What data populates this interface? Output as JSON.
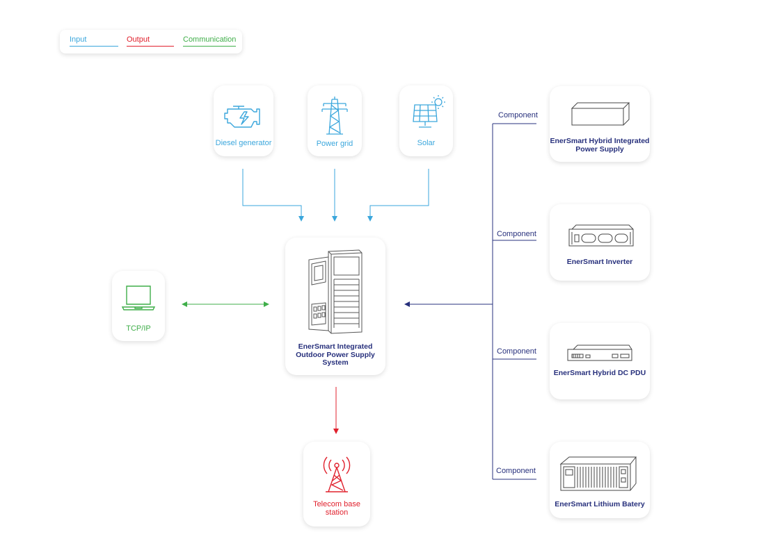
{
  "legend": {
    "input": "Input",
    "output": "Output",
    "communication": "Communication",
    "colors": {
      "input": "#3aa6dc",
      "output": "#e0202c",
      "communication": "#3fae49"
    }
  },
  "inputs": [
    {
      "label": "Diesel generator",
      "icon": "engine-icon"
    },
    {
      "label": "Power grid",
      "icon": "power-tower-icon"
    },
    {
      "label": "Solar",
      "icon": "solar-panel-icon"
    }
  ],
  "center": {
    "title": "EnerSmart Integrated Outdoor Power Supply System",
    "icon": "cabinet-icon"
  },
  "comm": {
    "label": "TCP/IP",
    "icon": "laptop-icon"
  },
  "output": {
    "label": "Telecom base station",
    "icon": "antenna-tower-icon"
  },
  "components": [
    {
      "link_label": "Component",
      "label": "EnerSmart Hybrid Integrated Power Supply",
      "icon": "box-unit-icon"
    },
    {
      "link_label": "Component",
      "label": "EnerSmart Inverter",
      "icon": "rack-inverter-icon"
    },
    {
      "link_label": "Component",
      "label": "EnerSmart Hybrid DC PDU",
      "icon": "rack-pdu-icon"
    },
    {
      "link_label": "Component",
      "label": "EnerSmart Lithium Batery",
      "icon": "battery-module-icon"
    }
  ],
  "colors": {
    "component": "#27307c",
    "accent": "#3aa6dc"
  }
}
